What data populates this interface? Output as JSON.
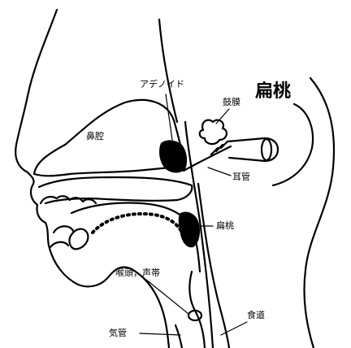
{
  "title": "扁桃",
  "labels": {
    "adenoid": "アデノイド",
    "eardrum": "鼓膜",
    "nasal_cavity": "鼻腔",
    "eustachian_tube": "耳管",
    "tonsil": "扁桃",
    "larynx_vocal_cords": "喉頭，声帯",
    "esophagus": "食道",
    "trachea": "気管"
  },
  "colors": {
    "line": "#000000",
    "background": "#ffffff"
  }
}
